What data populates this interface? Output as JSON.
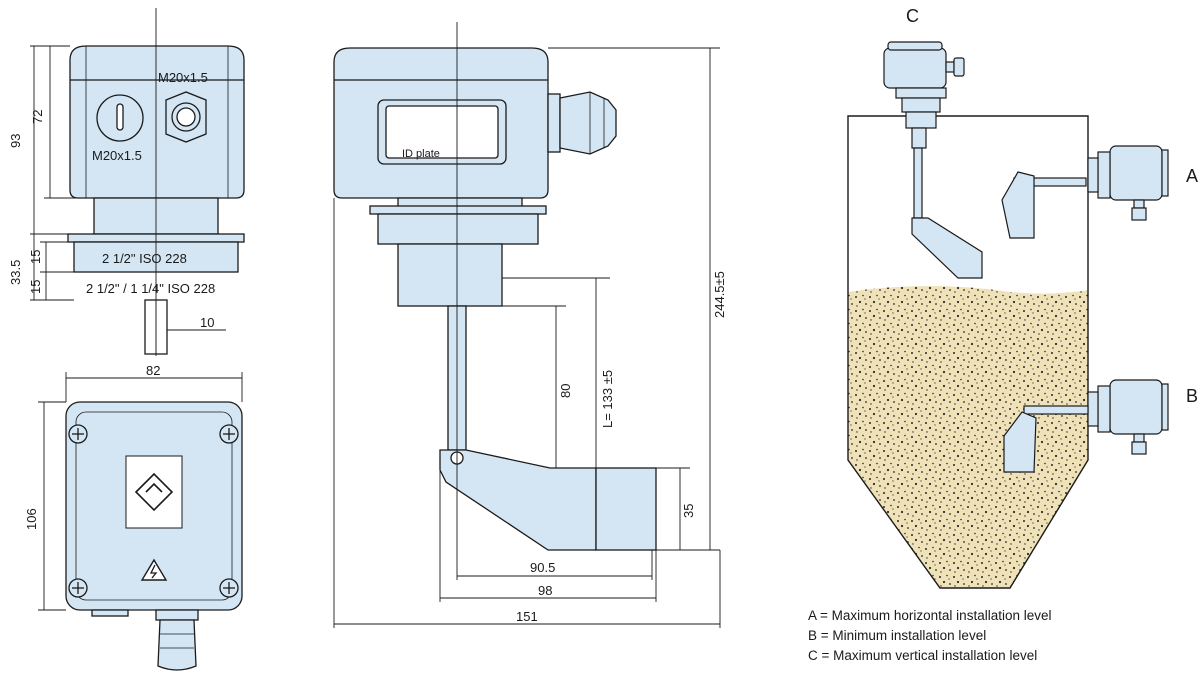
{
  "colors": {
    "body_fill": "#d4e6f3",
    "stroke": "#1b1b1b",
    "material": "#efe2b8",
    "speckle": "#2a2a2a"
  },
  "left_view": {
    "dim_93": "93",
    "dim_72": "72",
    "dim_33_5": "33.5",
    "dim_15_top": "15",
    "dim_15_bottom": "15",
    "thread_top": "M20x1.5",
    "thread_bottom": "M20x1.5",
    "flange_label": "2 1/2\" ISO 228",
    "flange_label_alt": "2 1/2\" / 1 1/4\" ISO 228",
    "dim_10": "10"
  },
  "bottom_view": {
    "dim_82": "82",
    "dim_106": "106"
  },
  "side_view": {
    "id_plate": "ID plate",
    "dim_total_length": "244.5±5",
    "dim_l": "L= 133 ±5",
    "dim_80": "80",
    "dim_35": "35",
    "dim_90_5": "90.5",
    "dim_98": "98",
    "dim_151": "151"
  },
  "installation": {
    "label_a": "A",
    "label_b": "B",
    "label_c": "C"
  },
  "legend": [
    "A = Maximum horizontal installation level",
    "B = Minimum installation level",
    "C = Maximum vertical installation level"
  ]
}
